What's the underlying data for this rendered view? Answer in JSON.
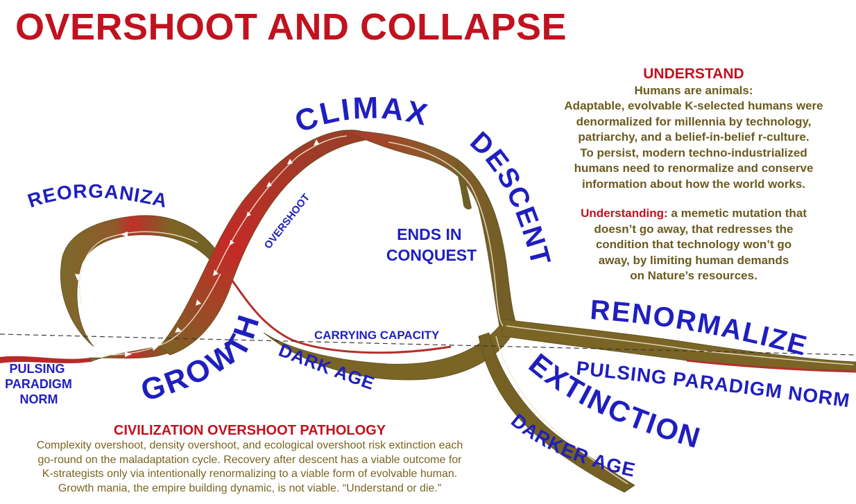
{
  "title": "OVERSHOOT AND COLLAPSE",
  "colors": {
    "title_red": "#c1121f",
    "label_blue": "#1f1fbf",
    "olive_text": "#6b5a1e",
    "band_brown": "#7a6526",
    "band_red": "#c2262a"
  },
  "diagram": {
    "curve_labels": {
      "reorganization": "REORGANIZATION",
      "climax": "CLIMAX",
      "descent": "DESCENT",
      "growth": "GROWTH",
      "overshoot": "OVERSHOOT",
      "ends_in_conquest": [
        "ENDS IN",
        "CONQUEST"
      ],
      "carrying_capacity": "CARRYING CAPACITY",
      "dark_age": "DARK AGE",
      "renormalize": "RENORMALIZE",
      "pulsing_paradigm_norm_right": "PULSING PARADIGM NORM",
      "extinction": "EXTINCTION",
      "darker_age": "DARKER AGE",
      "pulsing_paradigm_norm_left": [
        "PULSING",
        "PARADIGM",
        "NORM"
      ]
    }
  },
  "understand_panel": {
    "heading": "UNDERSTAND",
    "subheading": "Humans are animals:",
    "body_lines": [
      "Adaptable, evolvable K-selected humans were",
      "denormalized for millennia by technology,",
      "patriarchy, and a belief-in-belief r-culture.",
      "To persist, modern techno-industrialized",
      "humans need to renormalize and conserve",
      "information about how the world works."
    ],
    "understanding_label": "Understanding:",
    "understanding_first_line_rest": " a memetic mutation that",
    "understanding_lines": [
      "doesn’t go away, that redresses the",
      "condition that technology won’t go",
      "away, by limiting human demands",
      "on Nature’s resources."
    ]
  },
  "pathology_panel": {
    "heading": "CIVILIZATION OVERSHOOT PATHOLOGY",
    "body_lines": [
      "Complexity overshoot, density overshoot, and ecological overshoot risk extinction each",
      "go-round on the maladaptation cycle. Recovery after descent has a viable outcome for",
      "K-strategists only via intentionally renormalizing to a viable form of evolvable human.",
      "Growth mania, the empire building dynamic, is not viable. “Understand or die.”"
    ]
  }
}
